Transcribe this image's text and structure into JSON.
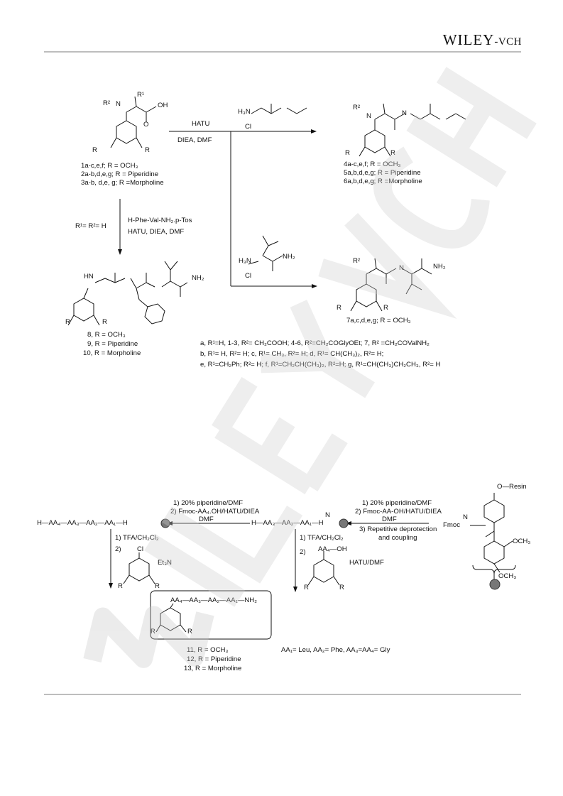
{
  "header": {
    "brand_main": "WILEY",
    "brand_sub": "-VCH"
  },
  "scheme1": {
    "reagent_top": "HATU",
    "reagent_bottom": "DIEA, DMF",
    "glycine_chloride": "Cl",
    "compound_1_label": "1a-c,e,f; R = OCH₃",
    "compound_2_label": "2a-b,d,e,g; R = Piperidine",
    "compound_3_label": "3a-b, d,e, g; R =Morpholine",
    "compound_4_label": "4a-c,e,f; R = OCH₃",
    "compound_5_label": "5a,b,d,e,g; R = Piperidine",
    "compound_6_label": "6a,b,d,e,g; R =Morpholine",
    "peptide_reagent": "H-Phe-Val-NH₂.p-Tos",
    "peptide_conditions": "HATU, DIEA, DMF",
    "r_condition": "R¹= R²= H",
    "valinamide_chloride": "Cl",
    "compound_7_label": "7a,c,d,e,g; R = OCH₃",
    "compound_8_label": "8, R = OCH₃",
    "compound_9_label": "9, R = Piperidine",
    "compound_10_label": "10, R = Morpholine",
    "key_line_1": "a, R¹=H, 1-3, R²= CH₂COOH; 4-6, R²=CH₂COGlyOEt; 7, R² =CH₂COValNH₂",
    "key_line_2": "b, R¹= H, R²= H; c, R¹= CH₃, R²= H; d, R¹= CH(CH₃)₂, R²= H;",
    "key_line_3": "e, R¹=CH₂Ph; R²= H; f, R¹=CH₂CH(CH₃)₂, R²=H; g, R¹=CH(CH₃)CH₂CH₃, R²= H"
  },
  "scheme2": {
    "step_right_1": "1) 20% piperidine/DMF",
    "step_right_2": "2) Fmoc-AA-OH/HATU/DIEA",
    "step_right_3": "DMF",
    "step_right_4": "3) Repetitive deprotection",
    "step_right_5": "and coupling",
    "step_left_1": "1) 20% piperidine/DMF",
    "step_left_2": "2) Fmoc-AA₄.OH/HATU/DIEA",
    "step_left_3": "DMF",
    "resin_label": "O—Resin",
    "fmoc_label": "Fmoc",
    "ome_top": "OCH₃",
    "ome_bottom": "OCH₃",
    "chain_left": "H—AA₄—AA₃—AA₂—AA₁—H",
    "chain_mid": "H—AA₃—AA₂—AA₁—H",
    "tfa_left": "1) TFA/CH₂Cl₂",
    "tfa_mid": "1) TFA/CH₂Cl₂",
    "two_left": "2)",
    "two_mid": "2)",
    "et3n": "Et₃N",
    "hatu_dmf": "HATU/DMF",
    "acid_label": "AA₄—OH",
    "product_chain": "AA₄—AA₃—AA₂—AA₁—NH₂",
    "compound_11_label": "11, R = OCH₃",
    "compound_12_label": "12, R = Piperidine",
    "compound_13_label": "13, R = Morpholine",
    "aa_key": "AA₁= Leu, AA₂= Phe, AA₃=AA₄= Gly"
  }
}
